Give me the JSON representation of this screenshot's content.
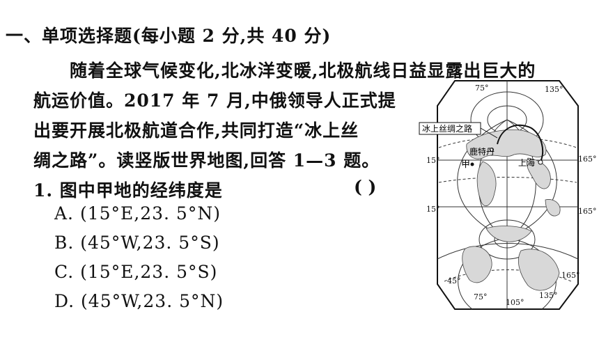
{
  "section_title": "一、单项选择题(每小题 2 分,共 40 分)",
  "passage": {
    "line1": "随着全球气候变化,北冰洋变暖,北极航线日益显露出巨大的",
    "line2": "航运价值。2017 年 7 月,中俄领导人正式提",
    "line3": "出要开展北极航道合作,共同打造“冰上丝",
    "line4": "绸之路”。读竖版世界地图,回答 1—3 题。"
  },
  "question": {
    "text": "1. 图中甲地的经纬度是",
    "bracket": "(    )",
    "options": [
      "A. (15°E,23. 5°N)",
      "B. (45°W,23. 5°S)",
      "C. (15°E,23. 5°S)",
      "D. (45°W,23. 5°N)"
    ]
  },
  "map": {
    "labels": {
      "ice_silk_road": "冰上丝绸之路",
      "rotterdam": "鹿特丹",
      "shanghai": "上海",
      "jia": "甲"
    },
    "coords": {
      "top_75": "75°",
      "top_135": "135°",
      "left_15_upper": "15°",
      "right_165_upper": "165°",
      "left_15_lower": "15°",
      "right_165_lower": "165°",
      "bottom_45": "45°",
      "bottom_165": "165°",
      "bottom_75": "75°",
      "bottom_105": "105°",
      "bottom_135": "135°"
    }
  }
}
